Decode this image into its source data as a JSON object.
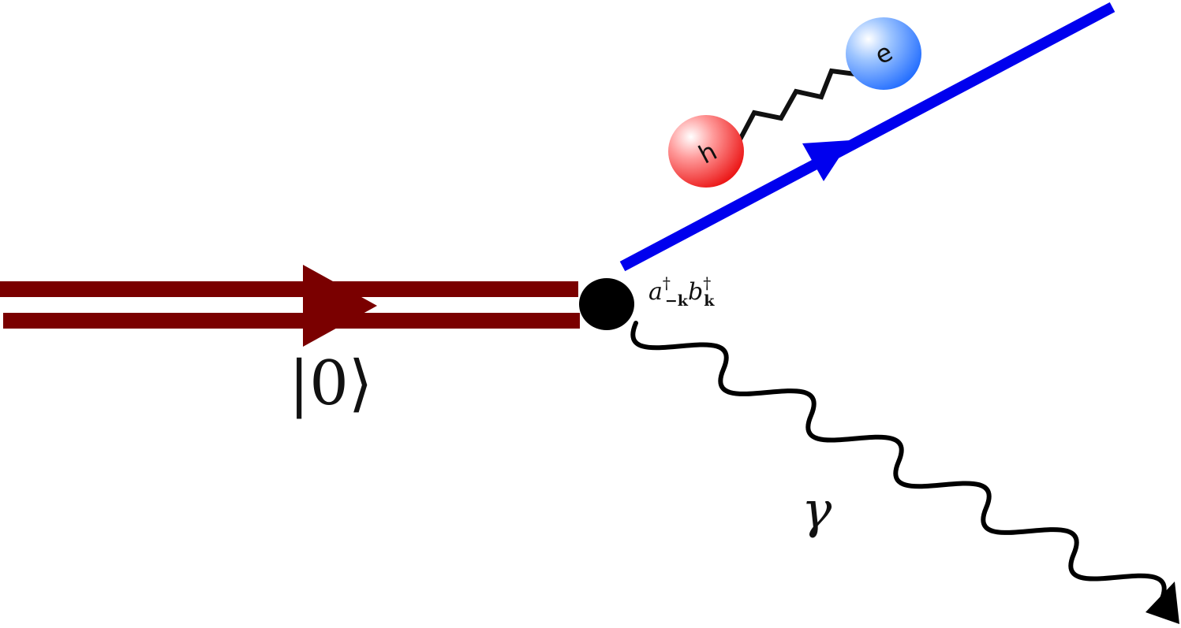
{
  "diagram": {
    "vacuum_label": "|0⟩",
    "photon_label": "γ",
    "vertex_operator": {
      "a": "a",
      "a_sup": "†",
      "a_sub": "−k",
      "b": "b",
      "b_sup": "†",
      "b_sub": "k"
    },
    "exciton": {
      "hole_label": "h",
      "electron_label": "e"
    },
    "colors": {
      "vacuum_line": "#7a0000",
      "electron_line": "#0000ee",
      "vertex": "#000000",
      "photon": "#000000",
      "hole": "#ee1111",
      "electron": "#2277ff"
    }
  }
}
